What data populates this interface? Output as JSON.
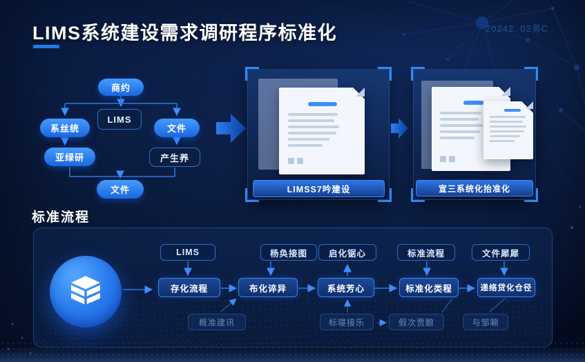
{
  "header": {
    "title": "LIMS系统建设需求调研程序标准化",
    "date_watermark": "20242. 02务C"
  },
  "flowchart": {
    "top": "商约",
    "center": "LIMS",
    "left": "系丝统",
    "right": "文件",
    "left_sub": "亚绿研",
    "right_sub": "产生养",
    "bottom": "文件"
  },
  "panels": {
    "left_caption": "LIMSS7吟建设",
    "right_caption": "宣三系统化抬准化"
  },
  "section_title": "标准流程",
  "process": {
    "top_row": [
      "LIMS",
      "杨奂接图",
      "启化锯心",
      "标准流程",
      "文件犀犀"
    ],
    "middle_row": [
      "存化流程",
      "布化谇异",
      "系统芳心",
      "标准化类程",
      "递络贷化仓径"
    ],
    "bottom_row": [
      "概准建讯",
      "标寝接乐",
      "假次贾酿",
      "与邹唰"
    ]
  },
  "icons": {
    "left_panel_icon": "database-stack-icon"
  },
  "colors": {
    "background": "#081631",
    "accent_blue": "#2d7ff0",
    "bright_pill": "#3b93ff",
    "bracket_blue": "#2e8bff",
    "title_underline": "#1e7ce8",
    "document_white": "#f3f7fd",
    "doc_heading_bar": "#3d8ef5"
  }
}
